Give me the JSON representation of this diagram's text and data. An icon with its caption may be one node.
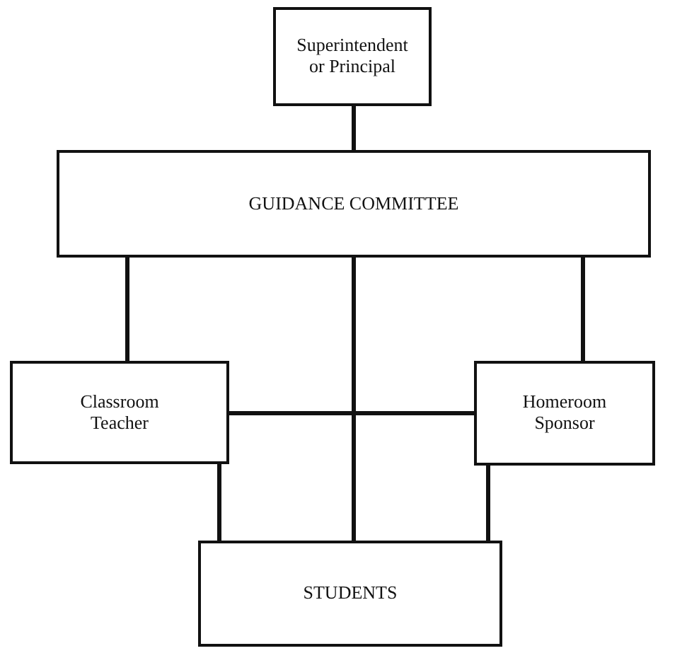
{
  "diagram": {
    "nodes": [
      {
        "text": [
          "Superintendent or Principal"
        ]
      },
      {
        "text": [
          "GUIDANCE COMMITTEE"
        ]
      },
      {
        "text": [
          "Classroom Teacher"
        ]
      },
      {
        "text": [
          "Homeroom Sponsor"
        ]
      },
      {
        "text": [
          "STUDENTS"
        ]
      }
    ],
    "edges": [
      {
        "from": 0,
        "to": 1,
        "arrow": "none"
      },
      {
        "from": 1,
        "to": 2,
        "arrow": "none"
      },
      {
        "from": 1,
        "to": 3,
        "arrow": "none"
      },
      {
        "from": 1,
        "to": 4,
        "arrow": "none"
      },
      {
        "from": 2,
        "to": 3,
        "arrow": "none"
      },
      {
        "from": 2,
        "to": 4,
        "arrow": "none"
      },
      {
        "from": 3,
        "to": 4,
        "arrow": "none"
      }
    ]
  }
}
